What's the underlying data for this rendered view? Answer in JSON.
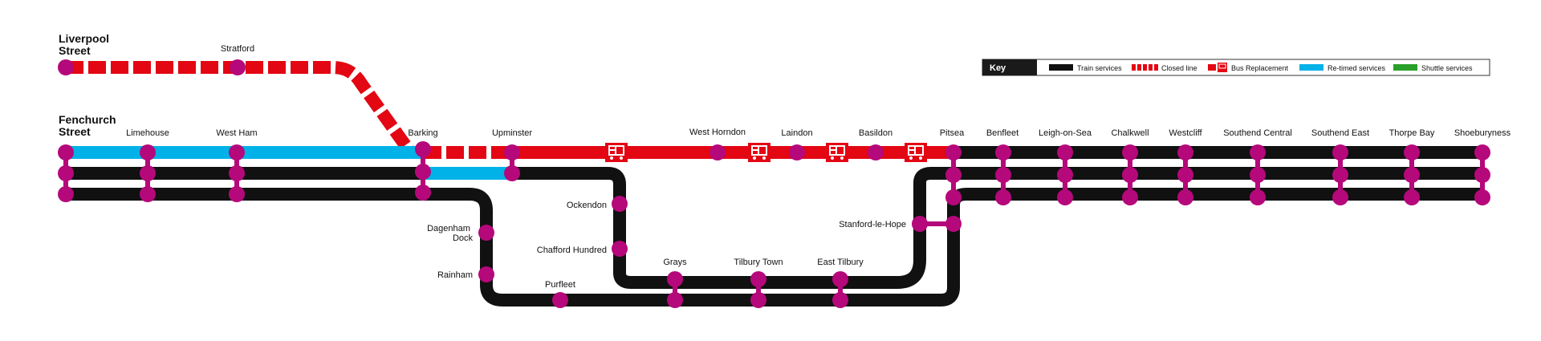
{
  "colors": {
    "train": "#111111",
    "closed": "#e30613",
    "retimed": "#00b2e8",
    "shuttle": "#2aa02b",
    "station": "#b5087a"
  },
  "terminals": {
    "liverpool_street": [
      "Liverpool",
      "Street"
    ],
    "fenchurch_street": [
      "Fenchurch",
      "Street"
    ]
  },
  "stations": {
    "stratford": "Stratford",
    "limehouse": "Limehouse",
    "west_ham": "West Ham",
    "barking": "Barking",
    "upminster": "Upminster",
    "west_horndon": "West Horndon",
    "laindon": "Laindon",
    "basildon": "Basildon",
    "pitsea": "Pitsea",
    "benfleet": "Benfleet",
    "leigh_on_sea": "Leigh-on-Sea",
    "chalkwell": "Chalkwell",
    "westcliff": "Westcliff",
    "southend_central": "Southend Central",
    "southend_east": "Southend East",
    "thorpe_bay": "Thorpe Bay",
    "shoeburyness": "Shoeburyness",
    "ockendon": "Ockendon",
    "chafford_hundred": "Chafford Hundred",
    "dagenham_dock": [
      "Dagenham",
      "Dock"
    ],
    "rainham": "Rainham",
    "purfleet": "Purfleet",
    "grays": "Grays",
    "tilbury_town": "Tilbury Town",
    "east_tilbury": "East Tilbury",
    "stanford_le_hope": "Stanford-le-Hope"
  },
  "key": {
    "title": "Key",
    "train_services": "Train services",
    "closed_line": "Closed line",
    "bus_replacement": "Bus Replacement",
    "retimed_services": "Re-timed services",
    "shuttle_services": "Shuttle services"
  }
}
